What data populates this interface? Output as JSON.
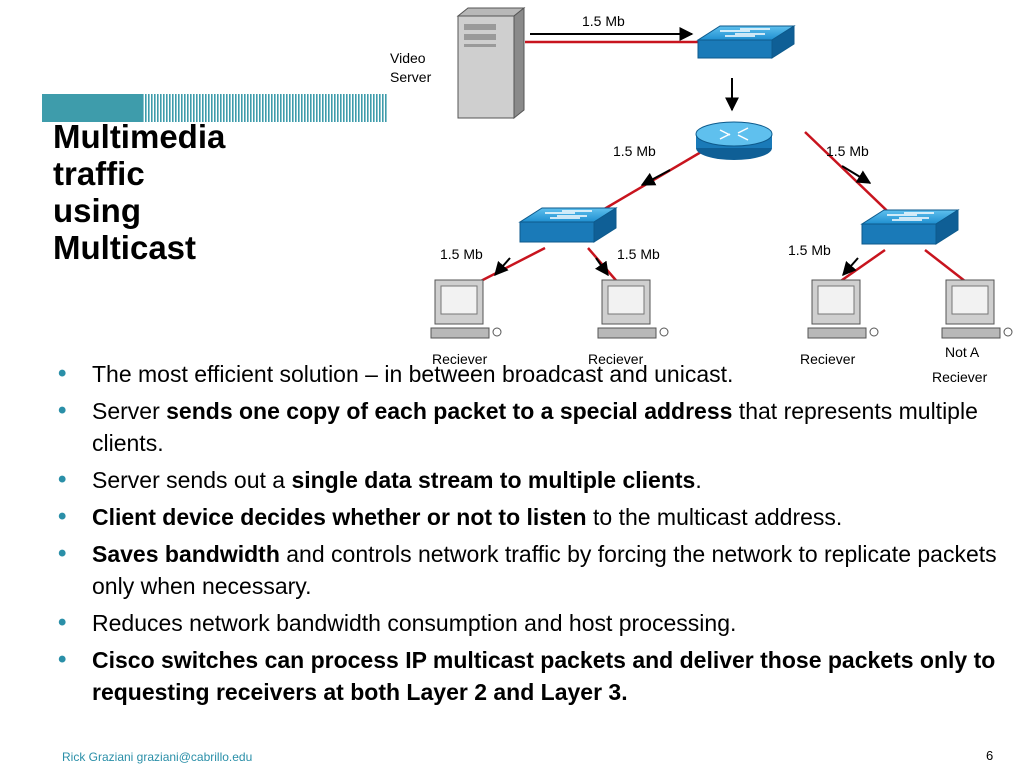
{
  "slide": {
    "title_lines": [
      "Multimedia",
      "traffic",
      "using",
      "Multicast"
    ],
    "page_number": "6",
    "footer": "Rick Graziani  graziani@cabrillo.edu"
  },
  "diagram": {
    "server_label": [
      "Video",
      "Server"
    ],
    "bandwidth_label": "1.5 Mb",
    "receivers": [
      "Reciever",
      "Reciever",
      "Reciever"
    ],
    "not_receiver": [
      "Not A",
      "Reciever"
    ]
  },
  "bullets": [
    [
      {
        "t": "The most efficient solution – in between broadcast and unicast."
      }
    ],
    [
      {
        "t": "Server "
      },
      {
        "t": "sends one copy of each packet to a special address",
        "b": true
      },
      {
        "t": " that represents multiple clients."
      }
    ],
    [
      {
        "t": "Server sends out a "
      },
      {
        "t": "single data stream to multiple clients",
        "b": true
      },
      {
        "t": "."
      }
    ],
    [
      {
        "t": "Client device decides whether or not to listen",
        "b": true
      },
      {
        "t": " to the multicast address."
      }
    ],
    [
      {
        "t": "Saves bandwidth",
        "b": true
      },
      {
        "t": " and controls network traffic by forcing the network to replicate packets only when necessary."
      }
    ],
    [
      {
        "t": "Reduces network bandwidth consumption and host processing."
      }
    ],
    [
      {
        "t": "Cisco switches can process IP multicast packets and deliver those packets only to requesting receivers at both Layer 2 and Layer 3.",
        "b": true
      }
    ]
  ],
  "colors": {
    "accent": "#2a8fa8",
    "teal_block": "#3e9cab",
    "link_red": "#c8141e",
    "device_blue": "#1f8fd0"
  },
  "icons": [
    "bullet-dot",
    "server-icon",
    "switch-icon",
    "router-icon",
    "computer-icon",
    "arrow-icon"
  ]
}
